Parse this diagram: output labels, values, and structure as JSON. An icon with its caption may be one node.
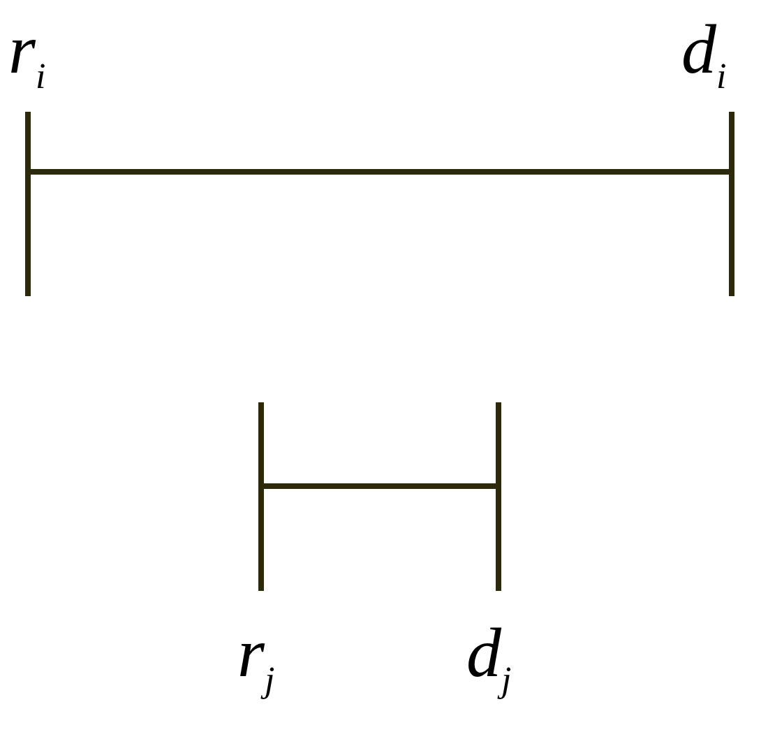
{
  "diagram": {
    "labels": [
      "r$_{i}$",
      "d$_{i}$",
      "r$_{j}$",
      "d$_{j}$"
    ]
  }
}
